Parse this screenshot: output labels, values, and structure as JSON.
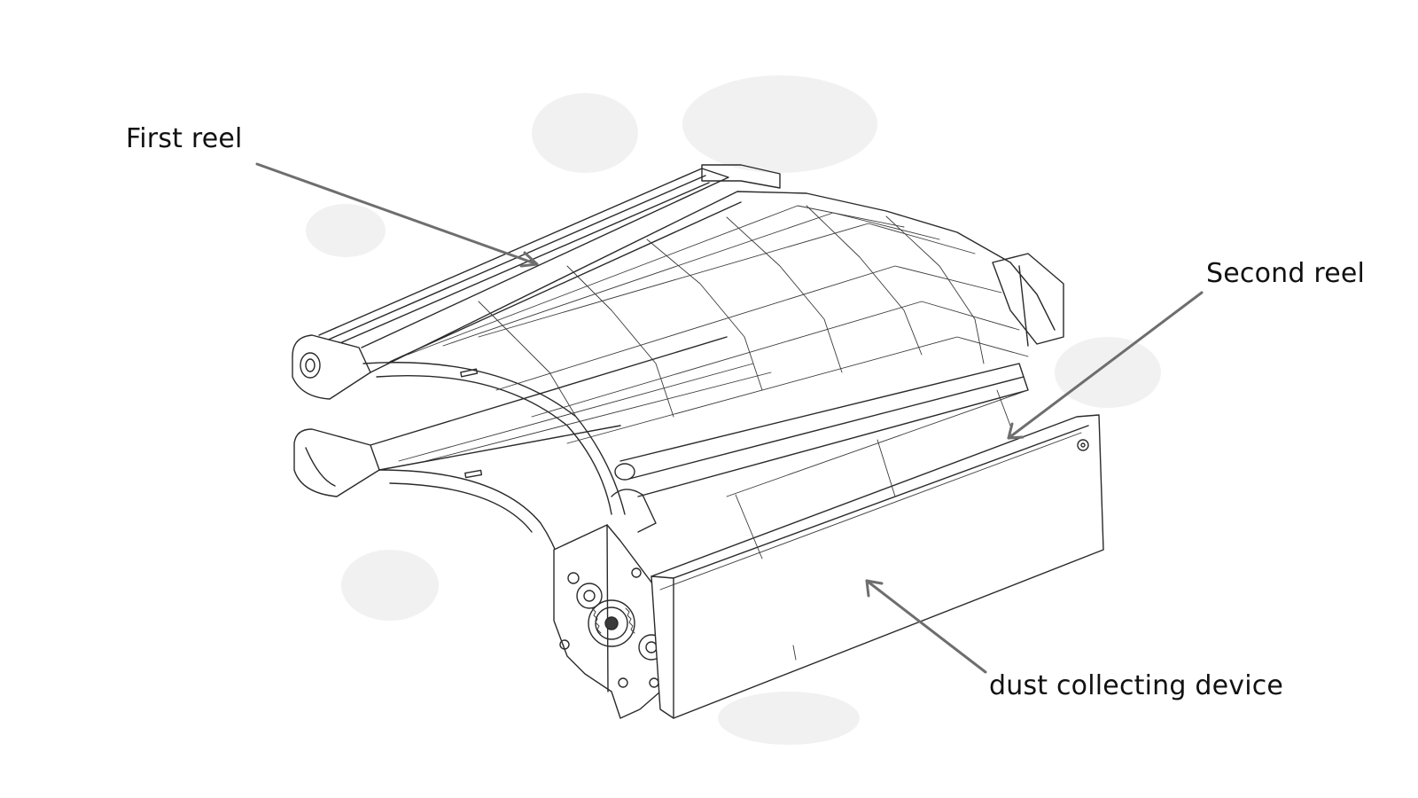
{
  "labels": {
    "first_reel": "First reel",
    "second_reel": "Second reel",
    "dust_collecting_device": "dust collecting device"
  },
  "colors": {
    "line": "#2a2a2a",
    "leader": "#6e6e6e",
    "text": "#111111",
    "background": "#ffffff"
  }
}
